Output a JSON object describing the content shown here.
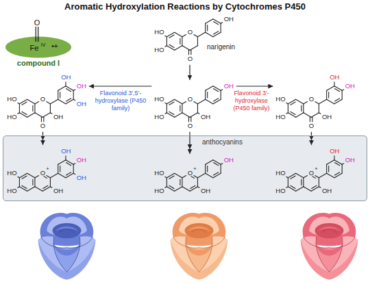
{
  "diagram": {
    "title": "Aromatic Hydroxylation Reactions by Cytochromes P450",
    "nodes": [
      {
        "text": [
          "O",
          "Fe",
          "IV",
          "•+",
          "compound I"
        ]
      },
      {
        "text": [
          "HO",
          "HO",
          "O",
          "O",
          "OH",
          "narigenin"
        ]
      },
      {
        "text": [
          "HO",
          "HO",
          "O",
          "O",
          "OH",
          "OH",
          "OH",
          "OH"
        ]
      },
      {
        "text": [
          "HO",
          "HO",
          "O",
          "O",
          "OH",
          "OH"
        ]
      },
      {
        "text": [
          "HO",
          "HO",
          "O",
          "O",
          "OH",
          "OH",
          "OH"
        ]
      },
      {
        "text": [
          "anthocyanins"
        ]
      },
      {
        "text": [
          "HO",
          "HO",
          "O",
          "+",
          "OH",
          "OH",
          "OH",
          "OH"
        ],
        "in": 5
      },
      {
        "text": [
          "HO",
          "HO",
          "O",
          "+",
          "OH",
          "OH"
        ],
        "in": 5
      },
      {
        "text": [
          "HO",
          "HO",
          "O",
          "+",
          "OH",
          "OH",
          "OH"
        ],
        "in": 5
      }
    ],
    "edges": [
      {
        "from": 1,
        "to": 3,
        "arrow": "to"
      },
      {
        "from": 3,
        "to": 2,
        "arrow": "to",
        "label": "Flavonoid 3',5'-hydroxylase (P450 family)"
      },
      {
        "from": 3,
        "to": 4,
        "arrow": "to",
        "label": "Flavonoid 3'-hydroxylase (P450 family)"
      },
      {
        "from": 2,
        "to": 6,
        "arrow": "to"
      },
      {
        "from": 3,
        "to": 7,
        "arrow": "to"
      },
      {
        "from": 4,
        "to": 8,
        "arrow": "to"
      }
    ]
  }
}
